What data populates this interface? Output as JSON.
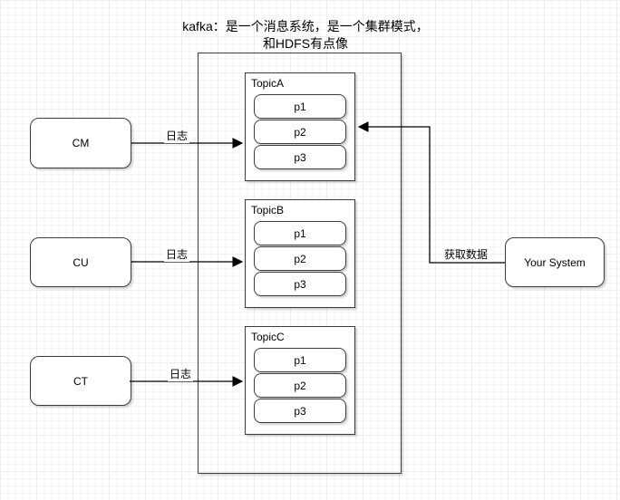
{
  "title": {
    "text": "kafka：是一个消息系统，是一个集群模式，和HDFS有点像"
  },
  "nodes": {
    "cm": {
      "label": "CM"
    },
    "cu": {
      "label": "CU"
    },
    "ct": {
      "label": "CT"
    },
    "your_system": {
      "label": "Your System"
    }
  },
  "topics": [
    {
      "label": "TopicA",
      "partitions": [
        "p1",
        "p2",
        "p3"
      ]
    },
    {
      "label": "TopicB",
      "partitions": [
        "p1",
        "p2",
        "p3"
      ]
    },
    {
      "label": "TopicC",
      "partitions": [
        "p1",
        "p2",
        "p3"
      ]
    }
  ],
  "edges": [
    {
      "label": "日志",
      "from": "CM",
      "to": "TopicA"
    },
    {
      "label": "日志",
      "from": "CU",
      "to": "TopicB"
    },
    {
      "label": "日志",
      "from": "CT",
      "to": "TopicC"
    },
    {
      "label": "获取数据",
      "from": "Your System",
      "to": "TopicA"
    }
  ],
  "colors": {
    "stroke": "#3d3d3d",
    "arrow": "#000000",
    "shape_fill": "#ffffff",
    "grid_minor": "#f7f7f7",
    "grid_major": "#ededed"
  }
}
